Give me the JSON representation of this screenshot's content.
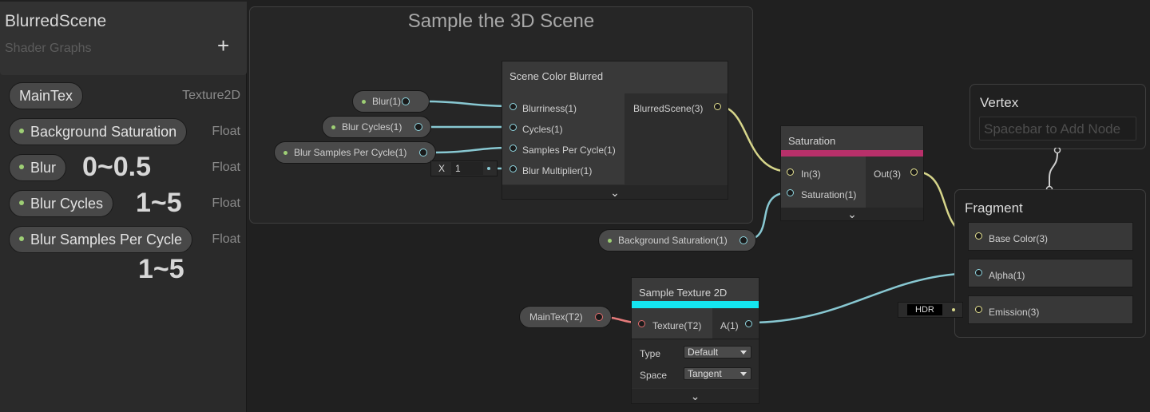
{
  "blackboard": {
    "title": "BlurredScene",
    "subtitle": "Shader Graphs",
    "add_label": "+",
    "properties": [
      {
        "name": "MainTex",
        "type": "Texture2D",
        "dot": false
      },
      {
        "name": "Background Saturation",
        "type": "Float",
        "dot": true
      },
      {
        "name": "Blur",
        "type": "Float",
        "dot": true
      },
      {
        "name": "Blur Cycles",
        "type": "Float",
        "dot": true
      },
      {
        "name": "Blur Samples Per Cycle",
        "type": "Float",
        "dot": true
      }
    ],
    "annotations": {
      "blur": "0~0.5",
      "blur_cycles": "1~5",
      "blur_samples": "1~5"
    }
  },
  "group": {
    "title": "Sample the 3D Scene"
  },
  "graph_properties": {
    "blur": "Blur(1)",
    "blur_cycles": "Blur Cycles(1)",
    "blur_samples": "Blur Samples Per Cycle(1)",
    "background_saturation": "Background Saturation(1)",
    "main_tex": "MainTex(T2)"
  },
  "inline_input": {
    "axis": "X",
    "value": "1"
  },
  "scene_color_node": {
    "title": "Scene Color Blurred",
    "inputs": [
      "Blurriness(1)",
      "Cycles(1)",
      "Samples Per Cycle(1)",
      "Blur Multiplier(1)"
    ],
    "output": "BlurredScene(3)",
    "chevron": "⌄"
  },
  "saturation_node": {
    "title": "Saturation",
    "color": "#b8306a",
    "inputs": [
      "In(3)",
      "Saturation(1)"
    ],
    "output": "Out(3)"
  },
  "sample_texture_node": {
    "title": "Sample Texture 2D",
    "color": "#14e6f0",
    "input": "Texture(T2)",
    "output": "A(1)",
    "type_label": "Type",
    "type_value": "Default",
    "space_label": "Space",
    "space_value": "Tangent"
  },
  "vertex": {
    "title": "Vertex",
    "placeholder": "Spacebar to Add Node"
  },
  "fragment": {
    "title": "Fragment",
    "slots": [
      "Base Color(3)",
      "Alpha(1)",
      "Emission(3)"
    ],
    "hdr_label": "HDR"
  },
  "colors": {
    "float_wire": "#88c8d2",
    "vector3_wire": "#d6d58a",
    "texture_wire": "#e47a7a",
    "accent_dot": "#9ecf75"
  }
}
